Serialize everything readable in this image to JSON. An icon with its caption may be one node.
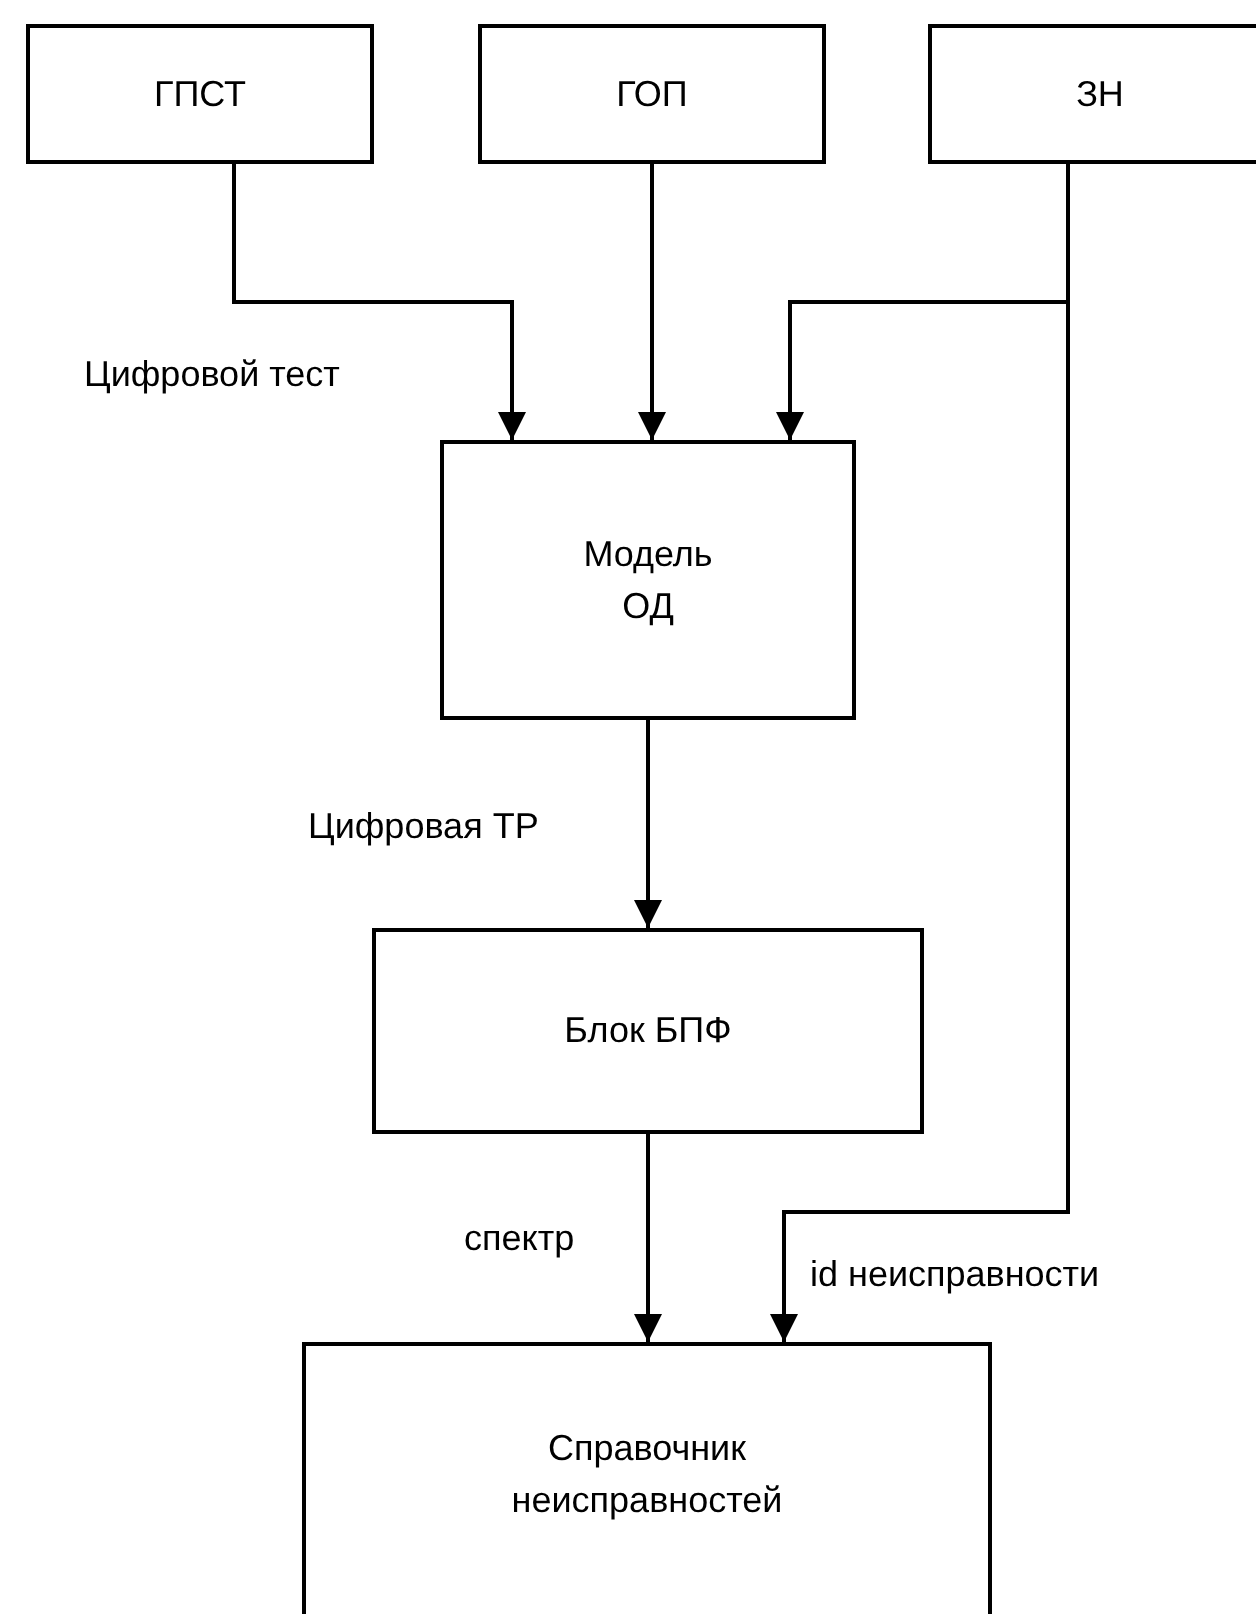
{
  "diagram": {
    "nodes": [
      {
        "text": [
          "ГПСТ"
        ]
      },
      {
        "text": [
          "ГОП"
        ]
      },
      {
        "text": [
          "ЗН"
        ]
      },
      {
        "text": [
          "Модель ОД"
        ]
      },
      {
        "text": [
          "Блок БПФ"
        ]
      },
      {
        "text": [
          "Справочник неисправностей"
        ]
      }
    ],
    "edges": [
      {
        "from": 0,
        "to": 3,
        "arrow": "to",
        "label": "Цифровой тест"
      },
      {
        "from": 1,
        "to": 3,
        "arrow": "to"
      },
      {
        "from": 2,
        "to": 3,
        "arrow": "to"
      },
      {
        "from": 3,
        "to": 4,
        "arrow": "to",
        "label": "Цифровая ТР"
      },
      {
        "from": 4,
        "to": 5,
        "arrow": "to",
        "label": "спектр"
      },
      {
        "from": 2,
        "to": 5,
        "arrow": "to",
        "label": "id неисправности"
      }
    ]
  }
}
